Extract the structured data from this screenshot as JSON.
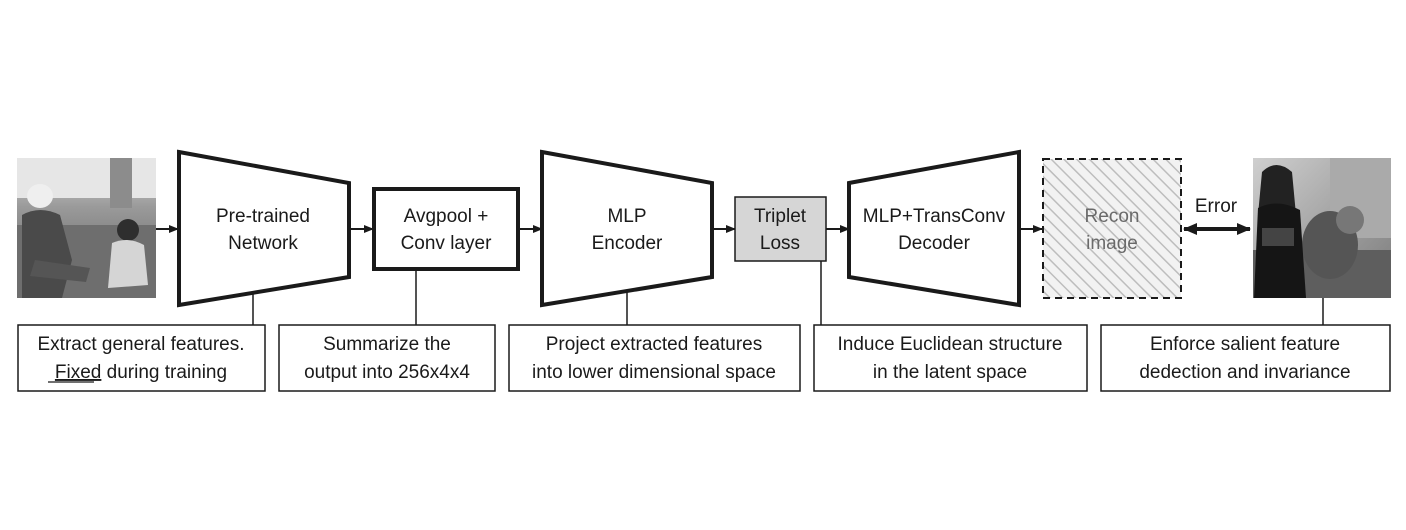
{
  "blocks": {
    "pretrained": [
      "Pre-trained",
      "Network"
    ],
    "avgpool": [
      "Avgpool +",
      "Conv layer"
    ],
    "encoder": [
      "MLP",
      "Encoder"
    ],
    "triplet": [
      "Triplet",
      "Loss"
    ],
    "decoder": [
      "MLP+TransConv",
      "Decoder"
    ],
    "recon": [
      "Recon",
      "image"
    ],
    "error": "Error"
  },
  "descriptions": {
    "pretrained": {
      "line1": "Extract general features.",
      "line2_underlined": "Fixed",
      "line2_rest": " during training"
    },
    "avgpool": [
      "Summarize the",
      "output into 256x4x4"
    ],
    "encoder": [
      "Project extracted features",
      "into lower dimensional space"
    ],
    "triplet": [
      "Induce Euclidean structure",
      "in the latent space"
    ],
    "decoder_out": [
      "Enforce salient feature",
      "dedection and invariance"
    ]
  },
  "images": {
    "input": "input-photo-grayscale",
    "target": "target-photo-grayscale"
  },
  "colors": {
    "stroke": "#1a1a1a",
    "triplet_fill": "#d6d6d6",
    "hatch": "#bdbdbd"
  }
}
